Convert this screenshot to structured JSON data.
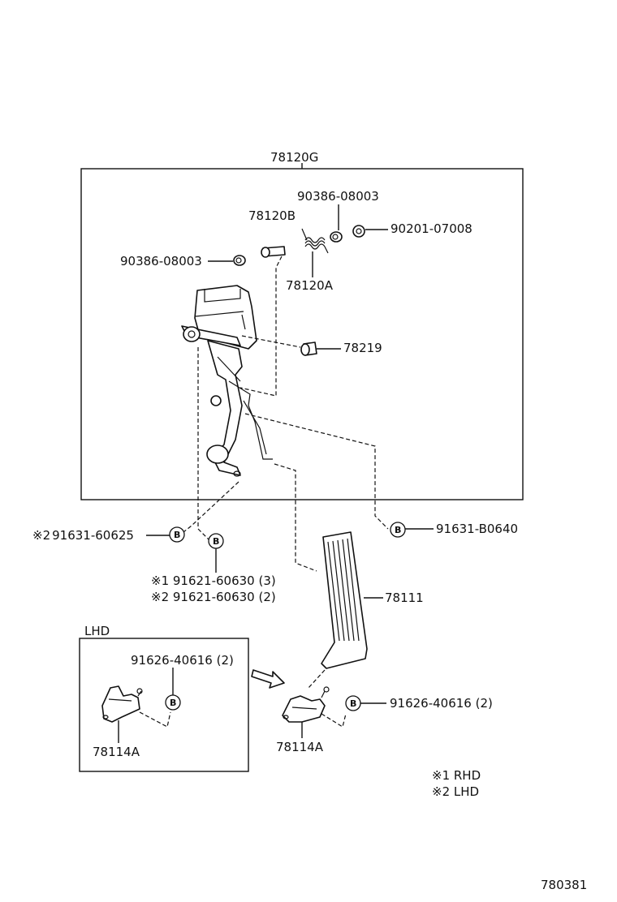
{
  "labels": {
    "assembly": "78120G",
    "nut_upper": "90386-08003",
    "nut_left": "90386-08003",
    "shaft": "78120B",
    "washer": "90201-07008",
    "spring": "78120A",
    "bushing": "78219",
    "bolt_left": "91631-60625",
    "bolt_left_mark": "※2",
    "bolt_right": "91631-B0640",
    "bolt_mid_line1": "※1 91621-60630 (3)",
    "bolt_mid_line2": "※2 91621-60630 (2)",
    "pedal_pad": "78111",
    "lhd_title": "LHD",
    "lhd_bolt": "91626-40616 (2)",
    "lhd_bracket": "78114A",
    "bracket": "78114A",
    "bracket_bolt": "91626-40616 (2)",
    "bolt_symbol": "B",
    "legend_line1": "※1  RHD",
    "legend_line2": "※2  LHD",
    "figure_id": "780381"
  }
}
